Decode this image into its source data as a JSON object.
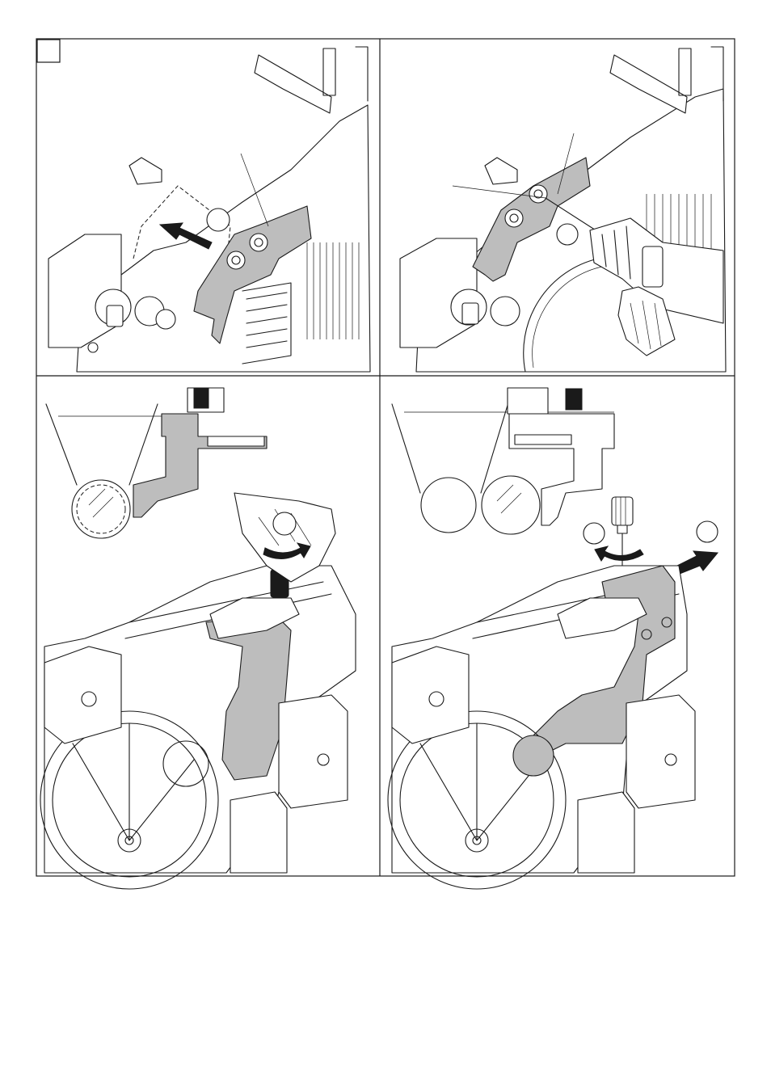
{
  "figure": {
    "step_box_label": "",
    "panels": [
      {
        "id": "panel-1",
        "description_visible_text": ""
      },
      {
        "id": "panel-2",
        "description_visible_text": ""
      },
      {
        "id": "panel-3",
        "description_visible_text": ""
      },
      {
        "id": "panel-4",
        "description_visible_text": ""
      }
    ]
  },
  "colors": {
    "line": "#1a1a1a",
    "highlight_part": "#bdbdbd",
    "background": "#ffffff"
  },
  "icons": [
    "arrow-icon",
    "rotate-arrow-icon",
    "drill-icon",
    "hand-icon",
    "knob-icon"
  ]
}
